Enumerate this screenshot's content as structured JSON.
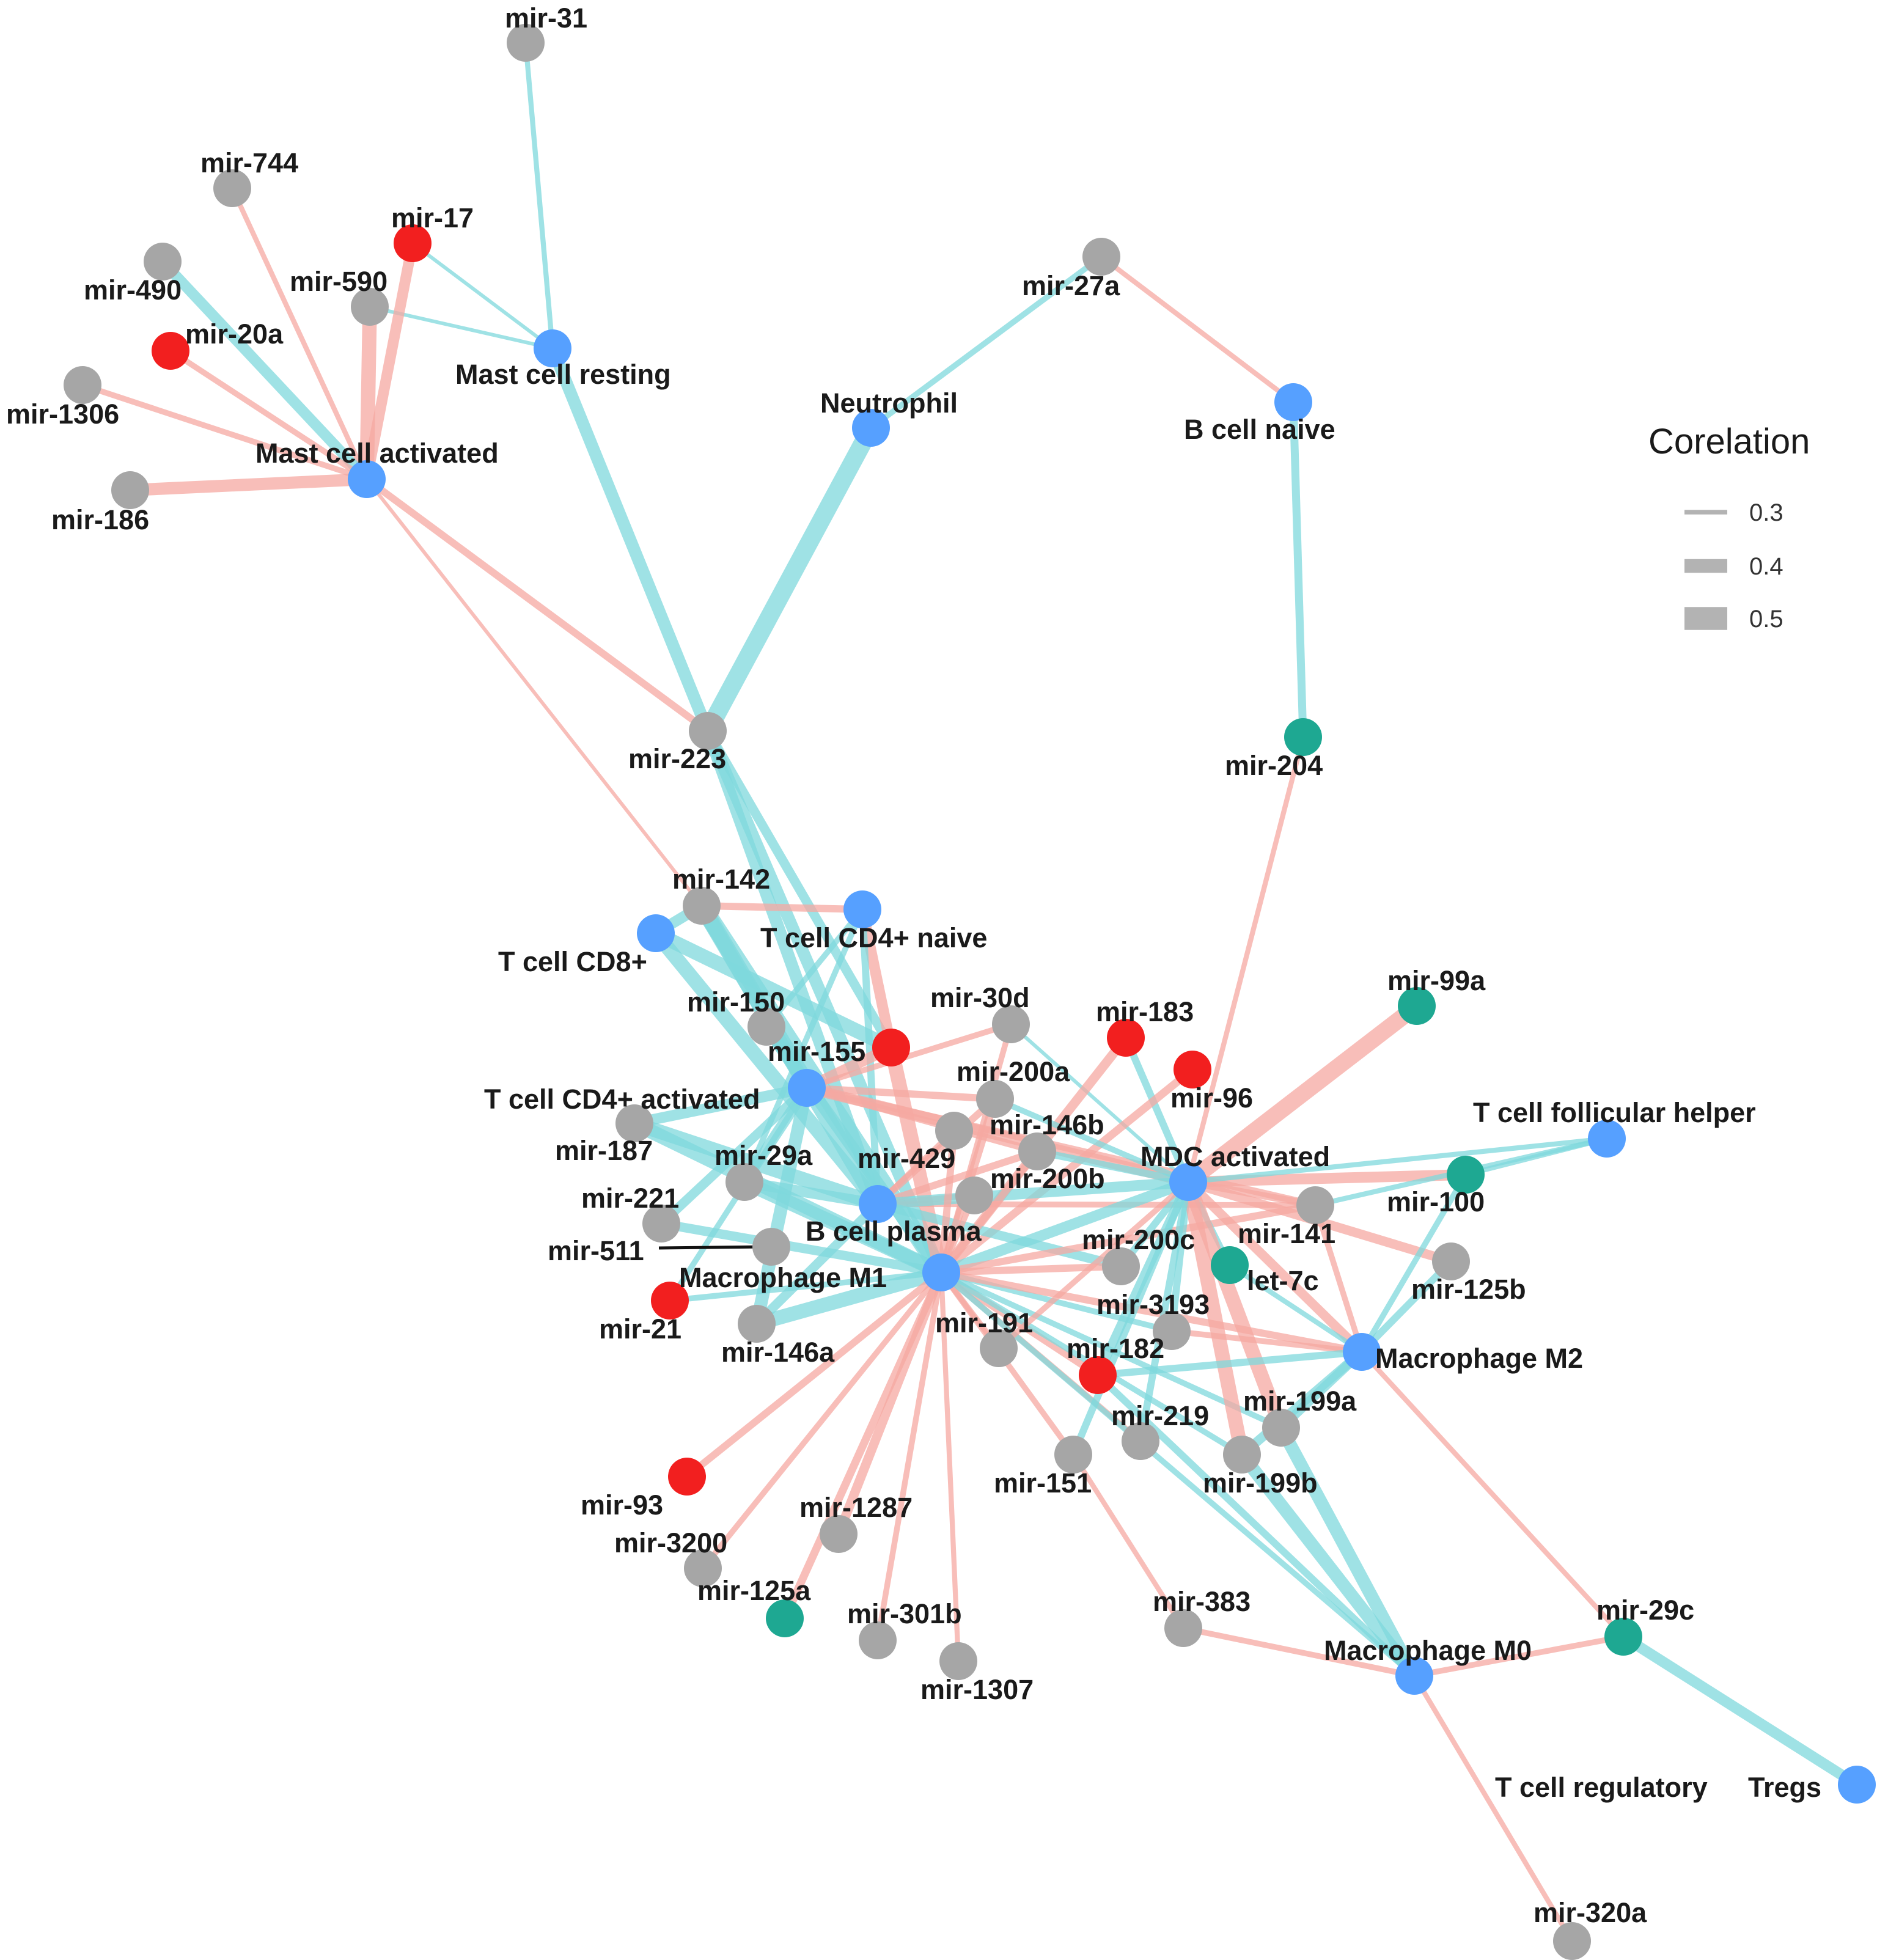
{
  "colors": {
    "positive_edge": "#f6a8a2",
    "negative_edge": "#7fd8dc",
    "cell_node": "#56a0ff",
    "mir_gray": "#a6a6a6",
    "mir_red": "#f21f1f",
    "mir_teal": "#1ea892",
    "text": "#1a1a1a"
  },
  "legend": {
    "title": "Corelation",
    "items": [
      {
        "label": "0.3",
        "weight": 0.3
      },
      {
        "label": "0.4",
        "weight": 0.4
      },
      {
        "label": "0.5",
        "weight": 0.5
      }
    ]
  },
  "nodes": [
    {
      "id": "mir-31",
      "label": "mir-31",
      "group": "gray"
    },
    {
      "id": "mir-744",
      "label": "mir-744",
      "group": "gray"
    },
    {
      "id": "mir-17",
      "label": "mir-17",
      "group": "red"
    },
    {
      "id": "mir-490",
      "label": "mir-490",
      "group": "gray"
    },
    {
      "id": "mir-590",
      "label": "mir-590",
      "group": "gray"
    },
    {
      "id": "mir-20a",
      "label": "mir-20a",
      "group": "red"
    },
    {
      "id": "mir-1306",
      "label": "mir-1306",
      "group": "gray"
    },
    {
      "id": "mir-186",
      "label": "mir-186",
      "group": "gray"
    },
    {
      "id": "mast-resting",
      "label": "Mast cell resting",
      "group": "cell"
    },
    {
      "id": "mast-activated",
      "label": "Mast cell activated",
      "group": "cell"
    },
    {
      "id": "neutrophil",
      "label": "Neutrophil",
      "group": "cell"
    },
    {
      "id": "mir-27a",
      "label": "mir-27a",
      "group": "gray"
    },
    {
      "id": "b-naive",
      "label": "B cell naive",
      "group": "cell"
    },
    {
      "id": "mir-204",
      "label": "mir-204",
      "group": "teal"
    },
    {
      "id": "mir-223",
      "label": "mir-223",
      "group": "gray"
    },
    {
      "id": "mir-142",
      "label": "mir-142",
      "group": "gray"
    },
    {
      "id": "t-cd4-naive",
      "label": "T cell CD4+ naive",
      "group": "cell"
    },
    {
      "id": "t-cd8",
      "label": "T cell CD8+",
      "group": "cell"
    },
    {
      "id": "mir-150",
      "label": "mir-150",
      "group": "gray"
    },
    {
      "id": "mir-155",
      "label": "mir-155",
      "group": "red"
    },
    {
      "id": "mir-30d",
      "label": "mir-30d",
      "group": "gray"
    },
    {
      "id": "mir-183",
      "label": "mir-183",
      "group": "red"
    },
    {
      "id": "mir-96",
      "label": "mir-96",
      "group": "red"
    },
    {
      "id": "mir-99a",
      "label": "mir-99a",
      "group": "teal"
    },
    {
      "id": "t-cd4-activated",
      "label": "T cell CD4+ activated",
      "group": "cell"
    },
    {
      "id": "mir-200a",
      "label": "mir-200a",
      "group": "gray"
    },
    {
      "id": "t-fh",
      "label": "T cell follicular helper",
      "group": "cell"
    },
    {
      "id": "mir-187",
      "label": "mir-187",
      "group": "gray"
    },
    {
      "id": "mir-146b",
      "label": "mir-146b",
      "group": "gray"
    },
    {
      "id": "mir-29a",
      "label": "mir-29a",
      "group": "gray"
    },
    {
      "id": "mir-429",
      "label": "mir-429",
      "group": "gray"
    },
    {
      "id": "mdc-activated",
      "label": "MDC activated",
      "group": "cell"
    },
    {
      "id": "mir-200b",
      "label": "mir-200b",
      "group": "gray"
    },
    {
      "id": "mir-100",
      "label": "mir-100",
      "group": "teal"
    },
    {
      "id": "mir-221",
      "label": "mir-221",
      "group": "gray"
    },
    {
      "id": "b-plasma",
      "label": "B cell plasma",
      "group": "cell"
    },
    {
      "id": "mir-141",
      "label": "mir-141",
      "group": "gray"
    },
    {
      "id": "mir-511",
      "label": "mir-511",
      "group": "gray"
    },
    {
      "id": "mir-200c",
      "label": "mir-200c",
      "group": "gray"
    },
    {
      "id": "mir-125b",
      "label": "mir-125b",
      "group": "gray"
    },
    {
      "id": "let-7c",
      "label": "let-7c",
      "group": "teal"
    },
    {
      "id": "mac-m1",
      "label": "Macrophage M1",
      "group": "cell"
    },
    {
      "id": "mir-21",
      "label": "mir-21",
      "group": "red"
    },
    {
      "id": "mir-3193",
      "label": "mir-3193",
      "group": "gray"
    },
    {
      "id": "mir-146a",
      "label": "mir-146a",
      "group": "gray"
    },
    {
      "id": "mir-191",
      "label": "mir-191",
      "group": "gray"
    },
    {
      "id": "mac-m2",
      "label": "Macrophage M2",
      "group": "cell"
    },
    {
      "id": "mir-182",
      "label": "mir-182",
      "group": "red"
    },
    {
      "id": "mir-199a",
      "label": "mir-199a",
      "group": "gray"
    },
    {
      "id": "mir-219",
      "label": "mir-219",
      "group": "gray"
    },
    {
      "id": "mir-151",
      "label": "mir-151",
      "group": "gray"
    },
    {
      "id": "mir-199b",
      "label": "mir-199b",
      "group": "gray"
    },
    {
      "id": "mir-93",
      "label": "mir-93",
      "group": "red"
    },
    {
      "id": "mir-1287",
      "label": "mir-1287",
      "group": "gray"
    },
    {
      "id": "mir-3200",
      "label": "mir-3200",
      "group": "gray"
    },
    {
      "id": "mir-125a",
      "label": "mir-125a",
      "group": "teal"
    },
    {
      "id": "mir-301b",
      "label": "mir-301b",
      "group": "gray"
    },
    {
      "id": "mir-1307",
      "label": "mir-1307",
      "group": "gray"
    },
    {
      "id": "mir-383",
      "label": "mir-383",
      "group": "gray"
    },
    {
      "id": "mac-m0",
      "label": "Macrophage M0",
      "group": "cell"
    },
    {
      "id": "mir-29c",
      "label": "mir-29c",
      "group": "teal"
    },
    {
      "id": "tregs",
      "label": "Tregs",
      "group": "cell"
    },
    {
      "id": "t-regulatory",
      "label": "T cell regulatory",
      "group": "none"
    },
    {
      "id": "mir-320a",
      "label": "mir-320a",
      "group": "gray"
    }
  ],
  "edges": [
    {
      "source": "mast-resting",
      "target": "mir-31",
      "sign": "neg",
      "weight": 0.32
    },
    {
      "source": "mast-resting",
      "target": "mir-17",
      "sign": "neg",
      "weight": 0.3
    },
    {
      "source": "mast-resting",
      "target": "mir-590",
      "sign": "neg",
      "weight": 0.3
    },
    {
      "source": "mast-resting",
      "target": "mir-223",
      "sign": "neg",
      "weight": 0.42
    },
    {
      "source": "mast-activated",
      "target": "mir-744",
      "sign": "pos",
      "weight": 0.32
    },
    {
      "source": "mast-activated",
      "target": "mir-17",
      "sign": "pos",
      "weight": 0.4
    },
    {
      "source": "mast-activated",
      "target": "mir-490",
      "sign": "neg",
      "weight": 0.4
    },
    {
      "source": "mast-activated",
      "target": "mir-590",
      "sign": "pos",
      "weight": 0.45
    },
    {
      "source": "mast-activated",
      "target": "mir-20a",
      "sign": "pos",
      "weight": 0.33
    },
    {
      "source": "mast-activated",
      "target": "mir-1306",
      "sign": "pos",
      "weight": 0.33
    },
    {
      "source": "mast-activated",
      "target": "mir-186",
      "sign": "pos",
      "weight": 0.42
    },
    {
      "source": "mast-activated",
      "target": "mir-223",
      "sign": "pos",
      "weight": 0.35
    },
    {
      "source": "mast-activated",
      "target": "mir-142",
      "sign": "pos",
      "weight": 0.3
    },
    {
      "source": "neutrophil",
      "target": "mir-27a",
      "sign": "neg",
      "weight": 0.33
    },
    {
      "source": "neutrophil",
      "target": "mir-223",
      "sign": "neg",
      "weight": 0.5
    },
    {
      "source": "b-naive",
      "target": "mir-27a",
      "sign": "pos",
      "weight": 0.32
    },
    {
      "source": "b-naive",
      "target": "mir-204",
      "sign": "neg",
      "weight": 0.36
    },
    {
      "source": "mdc-activated",
      "target": "mir-204",
      "sign": "pos",
      "weight": 0.32
    },
    {
      "source": "mir-223",
      "target": "b-plasma",
      "sign": "neg",
      "weight": 0.42
    },
    {
      "source": "mir-223",
      "target": "mac-m1",
      "sign": "neg",
      "weight": 0.42
    },
    {
      "source": "mir-223",
      "target": "mir-155",
      "sign": "neg",
      "weight": 0.38
    },
    {
      "source": "t-cd8",
      "target": "mir-142",
      "sign": "neg",
      "weight": 0.4
    },
    {
      "source": "t-cd8",
      "target": "b-plasma",
      "sign": "neg",
      "weight": 0.45
    },
    {
      "source": "t-cd8",
      "target": "mir-155",
      "sign": "neg",
      "weight": 0.45
    },
    {
      "source": "mir-142",
      "target": "t-cd4-naive",
      "sign": "pos",
      "weight": 0.35
    },
    {
      "source": "mir-142",
      "target": "b-plasma",
      "sign": "neg",
      "weight": 0.48
    },
    {
      "source": "mir-142",
      "target": "mac-m1",
      "sign": "neg",
      "weight": 0.5
    },
    {
      "source": "mir-142",
      "target": "t-cd4-activated",
      "sign": "neg",
      "weight": 0.45
    },
    {
      "source": "t-cd4-naive",
      "target": "mir-150",
      "sign": "neg",
      "weight": 0.33
    },
    {
      "source": "t-cd4-naive",
      "target": "mir-155",
      "sign": "pos",
      "weight": 0.4
    },
    {
      "source": "t-cd4-naive",
      "target": "b-plasma",
      "sign": "neg",
      "weight": 0.35
    },
    {
      "source": "t-cd4-naive",
      "target": "mir-29a",
      "sign": "neg",
      "weight": 0.33
    },
    {
      "source": "mir-150",
      "target": "mac-m1",
      "sign": "neg",
      "weight": 0.42
    },
    {
      "source": "mir-150",
      "target": "t-cd4-activated",
      "sign": "neg",
      "weight": 0.4
    },
    {
      "source": "mir-155",
      "target": "mac-m1",
      "sign": "pos",
      "weight": 0.45
    },
    {
      "source": "mir-155",
      "target": "t-cd4-activated",
      "sign": "pos",
      "weight": 0.4
    },
    {
      "source": "mir-30d",
      "target": "mac-m1",
      "sign": "pos",
      "weight": 0.33
    },
    {
      "source": "mir-30d",
      "target": "t-cd4-activated",
      "sign": "pos",
      "weight": 0.33
    },
    {
      "source": "mir-30d",
      "target": "mdc-activated",
      "sign": "neg",
      "weight": 0.3
    },
    {
      "source": "mir-183",
      "target": "mac-m1",
      "sign": "pos",
      "weight": 0.38
    },
    {
      "source": "mir-183",
      "target": "mdc-activated",
      "sign": "neg",
      "weight": 0.35
    },
    {
      "source": "mir-96",
      "target": "mac-m1",
      "sign": "pos",
      "weight": 0.36
    },
    {
      "source": "mir-99a",
      "target": "mdc-activated",
      "sign": "pos",
      "weight": 0.48
    },
    {
      "source": "t-cd4-activated",
      "target": "mir-187",
      "sign": "neg",
      "weight": 0.4
    },
    {
      "source": "t-cd4-activated",
      "target": "mir-29a",
      "sign": "neg",
      "weight": 0.4
    },
    {
      "source": "t-cd4-activated",
      "target": "mir-221",
      "sign": "neg",
      "weight": 0.38
    },
    {
      "source": "t-cd4-activated",
      "target": "mir-21",
      "sign": "neg",
      "weight": 0.33
    },
    {
      "source": "t-cd4-activated",
      "target": "mir-146a",
      "sign": "neg",
      "weight": 0.43
    },
    {
      "source": "t-cd4-activated",
      "target": "mdc-activated",
      "sign": "pos",
      "weight": 0.4
    },
    {
      "source": "t-cd4-activated",
      "target": "mir-141",
      "sign": "pos",
      "weight": 0.35
    },
    {
      "source": "t-cd4-activated",
      "target": "mir-200a",
      "sign": "pos",
      "weight": 0.35
    },
    {
      "source": "t-cd4-activated",
      "target": "mir-146b",
      "sign": "pos",
      "weight": 0.35
    },
    {
      "source": "mir-187",
      "target": "b-plasma",
      "sign": "neg",
      "weight": 0.45
    },
    {
      "source": "mir-187",
      "target": "mac-m1",
      "sign": "neg",
      "weight": 0.45
    },
    {
      "source": "mir-29a",
      "target": "mac-m1",
      "sign": "neg",
      "weight": 0.45
    },
    {
      "source": "mir-29a",
      "target": "b-plasma",
      "sign": "neg",
      "weight": 0.4
    },
    {
      "source": "mir-221",
      "target": "mac-m1",
      "sign": "neg",
      "weight": 0.38
    },
    {
      "source": "mir-21",
      "target": "mac-m1",
      "sign": "neg",
      "weight": 0.33
    },
    {
      "source": "mir-146a",
      "target": "mac-m1",
      "sign": "neg",
      "weight": 0.45
    },
    {
      "source": "mir-146a",
      "target": "b-plasma",
      "sign": "neg",
      "weight": 0.38
    },
    {
      "source": "b-plasma",
      "target": "mir-200a",
      "sign": "pos",
      "weight": 0.35
    },
    {
      "source": "b-plasma",
      "target": "mir-146b",
      "sign": "pos",
      "weight": 0.35
    },
    {
      "source": "b-plasma",
      "target": "mir-429",
      "sign": "pos",
      "weight": 0.33
    },
    {
      "source": "b-plasma",
      "target": "mir-200b",
      "sign": "pos",
      "weight": 0.33
    },
    {
      "source": "b-plasma",
      "target": "mir-141",
      "sign": "pos",
      "weight": 0.33
    },
    {
      "source": "b-plasma",
      "target": "mdc-activated",
      "sign": "neg",
      "weight": 0.4
    },
    {
      "source": "b-plasma",
      "target": "mir-200c",
      "sign": "neg",
      "weight": 0.38
    },
    {
      "source": "mac-m1",
      "target": "mir-200a",
      "sign": "pos",
      "weight": 0.36
    },
    {
      "source": "mac-m1",
      "target": "mir-146b",
      "sign": "pos",
      "weight": 0.35
    },
    {
      "source": "mac-m1",
      "target": "mir-429",
      "sign": "pos",
      "weight": 0.35
    },
    {
      "source": "mac-m1",
      "target": "mir-200b",
      "sign": "pos",
      "weight": 0.33
    },
    {
      "source": "mac-m1",
      "target": "mdc-activated",
      "sign": "neg",
      "weight": 0.4
    },
    {
      "source": "mac-m1",
      "target": "mir-200c",
      "sign": "pos",
      "weight": 0.35
    },
    {
      "source": "mac-m1",
      "target": "mir-141",
      "sign": "pos",
      "weight": 0.35
    },
    {
      "source": "mac-m1",
      "target": "mir-3193",
      "sign": "neg",
      "weight": 0.33
    },
    {
      "source": "mac-m1",
      "target": "mir-191",
      "sign": "pos",
      "weight": 0.33
    },
    {
      "source": "mac-m1",
      "target": "mir-182",
      "sign": "pos",
      "weight": 0.35
    },
    {
      "source": "mac-m1",
      "target": "mir-199a",
      "sign": "neg",
      "weight": 0.33
    },
    {
      "source": "mac-m1",
      "target": "mir-199b",
      "sign": "neg",
      "weight": 0.33
    },
    {
      "source": "mac-m1",
      "target": "mir-151",
      "sign": "pos",
      "weight": 0.33
    },
    {
      "source": "mac-m1",
      "target": "mir-93",
      "sign": "pos",
      "weight": 0.35
    },
    {
      "source": "mac-m1",
      "target": "mir-1287",
      "sign": "pos",
      "weight": 0.38
    },
    {
      "source": "mac-m1",
      "target": "mir-3200",
      "sign": "pos",
      "weight": 0.33
    },
    {
      "source": "mac-m1",
      "target": "mir-125a",
      "sign": "pos",
      "weight": 0.36
    },
    {
      "source": "mac-m1",
      "target": "mir-301b",
      "sign": "pos",
      "weight": 0.33
    },
    {
      "source": "mac-m1",
      "target": "mir-1307",
      "sign": "pos",
      "weight": 0.32
    },
    {
      "source": "mac-m1",
      "target": "mac-m2",
      "sign": "pos",
      "weight": 0.35
    },
    {
      "source": "mac-m1",
      "target": "mir-219",
      "sign": "pos",
      "weight": 0.33
    },
    {
      "source": "mac-m1",
      "target": "mac-m0",
      "sign": "neg",
      "weight": 0.33
    },
    {
      "source": "mdc-activated",
      "target": "mir-146b",
      "sign": "neg",
      "weight": 0.35
    },
    {
      "source": "mdc-activated",
      "target": "mir-200a",
      "sign": "neg",
      "weight": 0.33
    },
    {
      "source": "mdc-activated",
      "target": "mir-100",
      "sign": "pos",
      "weight": 0.4
    },
    {
      "source": "mdc-activated",
      "target": "t-fh",
      "sign": "neg",
      "weight": 0.32
    },
    {
      "source": "mdc-activated",
      "target": "mir-141",
      "sign": "pos",
      "weight": 0.35
    },
    {
      "source": "mdc-activated",
      "target": "mir-125b",
      "sign": "pos",
      "weight": 0.38
    },
    {
      "source": "mdc-activated",
      "target": "let-7c",
      "sign": "neg",
      "weight": 0.33
    },
    {
      "source": "mdc-activated",
      "target": "mir-200c",
      "sign": "neg",
      "weight": 0.35
    },
    {
      "source": "mdc-activated",
      "target": "mir-3193",
      "sign": "neg",
      "weight": 0.35
    },
    {
      "source": "mdc-activated",
      "target": "mir-182",
      "sign": "neg",
      "weight": 0.38
    },
    {
      "source": "mdc-activated",
      "target": "mir-199a",
      "sign": "pos",
      "weight": 0.45
    },
    {
      "source": "mdc-activated",
      "target": "mir-199b",
      "sign": "pos",
      "weight": 0.45
    },
    {
      "source": "mdc-activated",
      "target": "mir-219",
      "sign": "neg",
      "weight": 0.35
    },
    {
      "source": "mdc-activated",
      "target": "mir-151",
      "sign": "neg",
      "weight": 0.35
    },
    {
      "source": "mdc-activated",
      "target": "mac-m2",
      "sign": "pos",
      "weight": 0.38
    },
    {
      "source": "mdc-activated",
      "target": "mir-191",
      "sign": "pos",
      "weight": 0.33
    },
    {
      "source": "t-fh",
      "target": "mir-100",
      "sign": "neg",
      "weight": 0.32
    },
    {
      "source": "t-fh",
      "target": "mir-141",
      "sign": "neg",
      "weight": 0.32
    },
    {
      "source": "mac-m2",
      "target": "mir-100",
      "sign": "neg",
      "weight": 0.33
    },
    {
      "source": "mac-m2",
      "target": "mir-125b",
      "sign": "neg",
      "weight": 0.35
    },
    {
      "source": "mac-m2",
      "target": "let-7c",
      "sign": "neg",
      "weight": 0.32
    },
    {
      "source": "mac-m2",
      "target": "mir-199a",
      "sign": "neg",
      "weight": 0.38
    },
    {
      "source": "mac-m2",
      "target": "mir-199b",
      "sign": "neg",
      "weight": 0.38
    },
    {
      "source": "mac-m2",
      "target": "mir-141",
      "sign": "pos",
      "weight": 0.33
    },
    {
      "source": "mac-m2",
      "target": "mir-29c",
      "sign": "pos",
      "weight": 0.32
    },
    {
      "source": "mac-m2",
      "target": "mir-3193",
      "sign": "pos",
      "weight": 0.33
    },
    {
      "source": "mac-m2",
      "target": "mir-182",
      "sign": "neg",
      "weight": 0.35
    },
    {
      "source": "mac-m0",
      "target": "mir-199a",
      "sign": "neg",
      "weight": 0.43
    },
    {
      "source": "mac-m0",
      "target": "mir-199b",
      "sign": "neg",
      "weight": 0.43
    },
    {
      "source": "mac-m0",
      "target": "mir-383",
      "sign": "pos",
      "weight": 0.33
    },
    {
      "source": "mac-m0",
      "target": "mir-29c",
      "sign": "pos",
      "weight": 0.33
    },
    {
      "source": "mac-m0",
      "target": "mir-320a",
      "sign": "pos",
      "weight": 0.32
    },
    {
      "source": "mac-m0",
      "target": "mir-182",
      "sign": "neg",
      "weight": 0.35
    },
    {
      "source": "mir-151",
      "target": "mir-383",
      "sign": "pos",
      "weight": 0.32
    },
    {
      "source": "tregs",
      "target": "mir-29c",
      "sign": "neg",
      "weight": 0.4
    }
  ],
  "callouts": [
    {
      "from": "mir-511",
      "to": "node"
    }
  ]
}
